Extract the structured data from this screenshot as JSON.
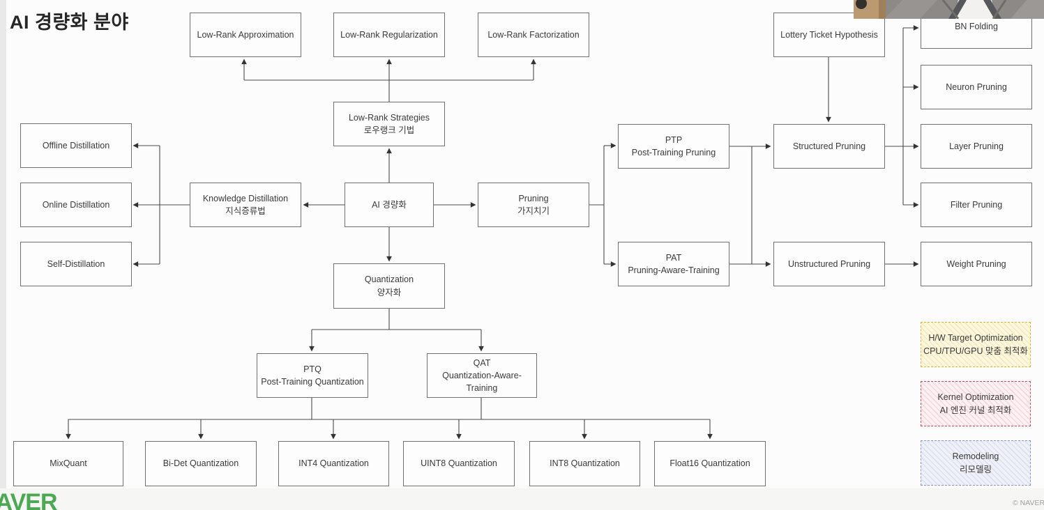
{
  "page_title": "AI 경량화 분야",
  "nodes": {
    "low_rank_approximation": {
      "line1": "Low-Rank Approximation"
    },
    "low_rank_regularization": {
      "line1": "Low-Rank Regularization"
    },
    "low_rank_factorization": {
      "line1": "Low-Rank Factorization"
    },
    "lottery_ticket_hypothesis": {
      "line1": "Lottery Ticket Hypothesis"
    },
    "bn_folding": {
      "line1": "BN Folding"
    },
    "neuron_pruning": {
      "line1": "Neuron Pruning"
    },
    "layer_pruning": {
      "line1": "Layer Pruning"
    },
    "filter_pruning": {
      "line1": "Filter Pruning"
    },
    "weight_pruning": {
      "line1": "Weight Pruning"
    },
    "offline_distillation": {
      "line1": "Offline Distillation"
    },
    "online_distillation": {
      "line1": "Online Distillation"
    },
    "self_distillation": {
      "line1": "Self-Distillation"
    },
    "knowledge_distillation": {
      "line1": "Knowledge Distillation",
      "line2": "지식증류법"
    },
    "low_rank_strategies": {
      "line1": "Low-Rank Strategies",
      "line2": "로우랭크 기법"
    },
    "ai_core": {
      "line1": "AI 경량화"
    },
    "pruning": {
      "line1": "Pruning",
      "line2": "가지치기"
    },
    "ptp": {
      "line1": "PTP",
      "line2": "Post-Training Pruning"
    },
    "pat": {
      "line1": "PAT",
      "line2": "Pruning-Aware-Training"
    },
    "structured_pruning": {
      "line1": "Structured Pruning"
    },
    "unstructured_pruning": {
      "line1": "Unstructured Pruning"
    },
    "quantization": {
      "line1": "Quantization",
      "line2": "양자화"
    },
    "ptq": {
      "line1": "PTQ",
      "line2": "Post-Training Quantization"
    },
    "qat": {
      "line1": "QAT",
      "line2": "Quantization-Aware-\nTraining"
    },
    "mixquant": {
      "line1": "MixQuant"
    },
    "bi_det_quantization": {
      "line1": "Bi-Det Quantization"
    },
    "int4_quantization": {
      "line1": "INT4 Quantization"
    },
    "uint8_quantization": {
      "line1": "UINT8 Quantization"
    },
    "int8_quantization": {
      "line1": "INT8 Quantization"
    },
    "float16_quantization": {
      "line1": "Float16 Quantization"
    }
  },
  "legend": {
    "hw_target": {
      "line1": "H/W Target Optimization",
      "line2": "CPU/TPU/GPU 맞춤 최적화",
      "border_color": "#d8b73a",
      "bg_color": "#fdf7e0"
    },
    "kernel_optimization": {
      "line1": "Kernel Optimization",
      "line2": "AI 엔진 커널 최적화",
      "border_color": "#c44a5e",
      "bg_color": "#fdf1f3"
    },
    "remodeling": {
      "line1": "Remodeling",
      "line2": "리모델링",
      "border_color": "#8a94c8",
      "bg_color": "#eff1f9"
    }
  },
  "branding": {
    "logo_text": "NAVER",
    "logo_color": "#4ca852",
    "copyright_text": "© NAVER"
  }
}
